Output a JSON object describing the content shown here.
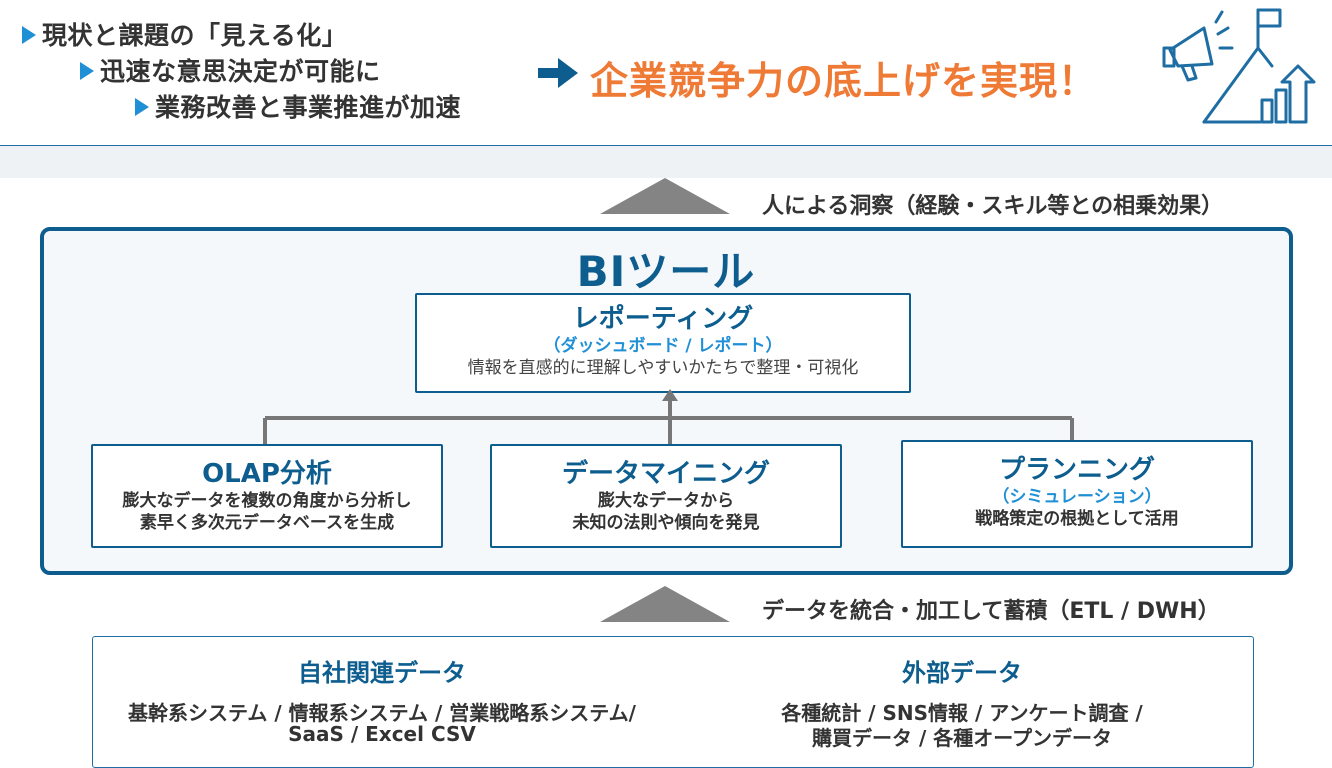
{
  "header": {
    "bullets": [
      "現状と課題の「見える化」",
      "迅速な意思決定が可能に",
      "業務改善と事業推進が加速"
    ],
    "slogan": "企業競争力の底上げを実現！"
  },
  "upper_caption": "人による洞察（経験・スキル等との相乗効果）",
  "bi_tool": {
    "title": "BIツール",
    "reporting": {
      "title": "レポーティング",
      "subtitle": "（ダッシュボード / レポート）",
      "description": "情報を直感的に理解しやすいかたちで整理・可視化"
    },
    "olap": {
      "title": "OLAP分析",
      "line1": "膨大なデータを複数の角度から分析し",
      "line2": "素早く多次元データベースを生成"
    },
    "mining": {
      "title": "データマイニング",
      "line1": "膨大なデータから",
      "line2": "未知の法則や傾向を発見"
    },
    "planning": {
      "title": "プランニング",
      "subtitle": "（シミュレーション）",
      "description": "戦略策定の根拠として活用"
    }
  },
  "lower_caption": "データを統合・加工して蓄積（ETL / DWH）",
  "sources": {
    "internal": {
      "title": "自社関連データ",
      "line1": "基幹系システム / 情報系システム / 営業戦略系システム/",
      "line2": "SaaS / Excel CSV"
    },
    "external": {
      "title": "外部データ",
      "line1": "各種統計 / SNS情報 / アンケート調査 /",
      "line2": "購買データ / 各種オープンデータ"
    }
  },
  "colors": {
    "accent_blue": "#0d5d8f",
    "bullet_blue": "#1f8fd6",
    "slogan_orange": "#ee7a36",
    "arrow_gray": "#848484"
  },
  "icons": [
    "triangle-bullet-icon",
    "right-arrow-icon",
    "megaphone-flag-growth-icon",
    "up-arrow-icon"
  ]
}
